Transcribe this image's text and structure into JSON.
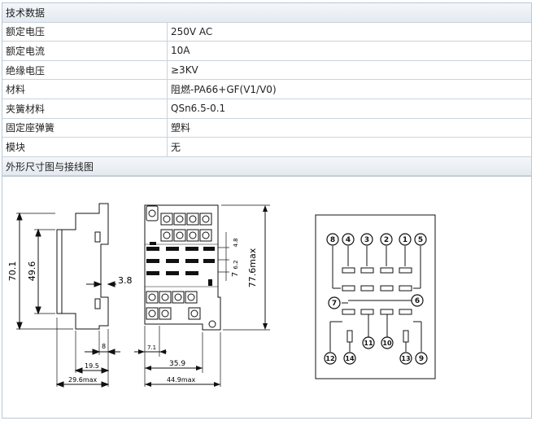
{
  "section_title": "技术数据",
  "specs": [
    {
      "label": "额定电压",
      "value": "250V AC"
    },
    {
      "label": "额定电流",
      "value": "10A"
    },
    {
      "label": "绝缘电压",
      "value": "≥3KV"
    },
    {
      "label": "材料",
      "value": "阻燃-PA66+GF(V1/V0)"
    },
    {
      "label": "夹簧材料",
      "value": "QSn6.5-0.1"
    },
    {
      "label": "固定座弹簧",
      "value": "塑料"
    },
    {
      "label": "模块",
      "value": "无"
    }
  ],
  "drawing_title": "外形尺寸图与接线图",
  "dimensions": {
    "height_overall": "70.1",
    "height_inner": "49.6",
    "tab": "3.8",
    "d8": "8",
    "d19_5": "19.5",
    "d29_6": "29.6max",
    "d7_1": "7.1",
    "d35_9": "35.9",
    "d44_9": "44.9max",
    "d4_8": "4.8",
    "d7": "7",
    "d6_2": "6.2",
    "d77_6": "77.6max"
  },
  "terminals": {
    "top": [
      "8",
      "4",
      "3",
      "2",
      "1",
      "5"
    ],
    "mid": [
      "7",
      "6"
    ],
    "bottom": [
      "12",
      "14",
      "11",
      "10",
      "13",
      "9"
    ]
  }
}
